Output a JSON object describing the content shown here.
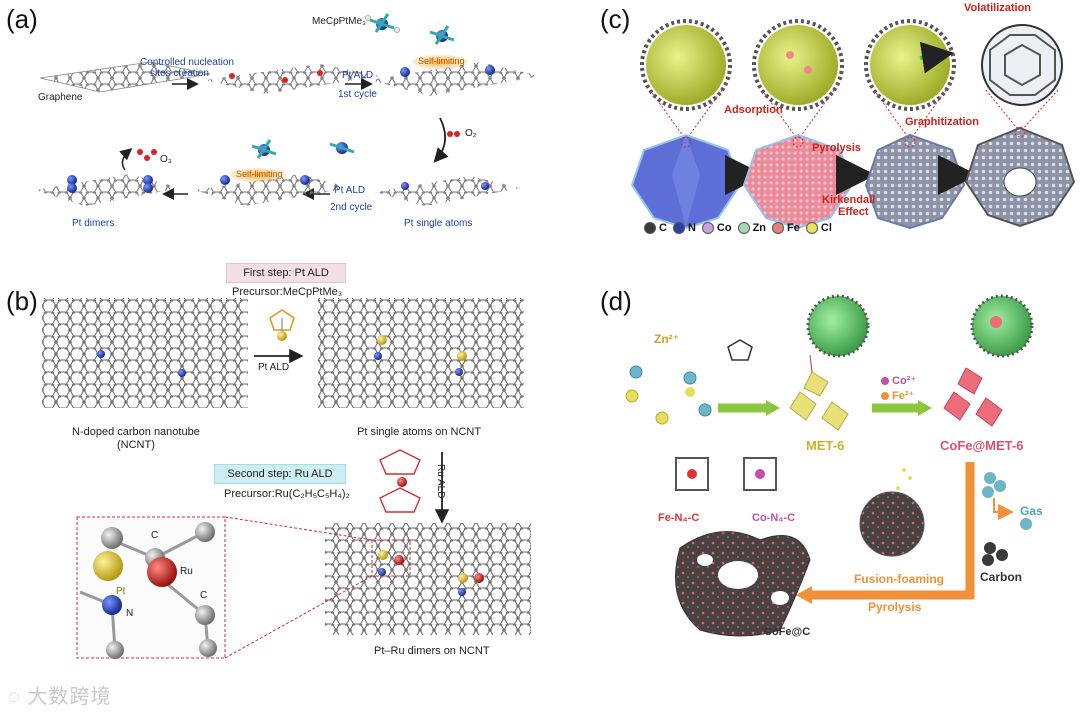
{
  "panels": {
    "a": {
      "label": "(a)",
      "texts": {
        "graphene": "Graphene",
        "nucleation": "Controlled nucleation",
        "sites": "sites creation",
        "precursor": "MeCpPtMe₃",
        "self_limiting_1": "Self-limiting",
        "pt_ald_1": "Pt ALD",
        "cycle_1": "1st cycle",
        "o2": "O₂",
        "o3": "O₃",
        "self_limiting_2": "Self-limiting",
        "pt_ald_2": "Pt ALD",
        "cycle_2": "2nd cycle",
        "pt_dimers": "Pt dimers",
        "pt_single": "Pt single atoms"
      }
    },
    "b": {
      "label": "(b)",
      "texts": {
        "first_step": "First step: Pt ALD",
        "precursor1": "Precursor:MeCpPtMe₃",
        "pt_ald": "Pt ALD",
        "ncnt_1": "N-doped carbon nanotube",
        "ncnt_2": "(NCNT)",
        "pt_single_ncnt": "Pt single atoms on NCNT",
        "second_step": "Second step: Ru ALD",
        "precursor2": "Precursor:Ru(C₂H₅C₅H₄)₂",
        "ru_ald": "Ru ALD",
        "atom_c1": "C",
        "atom_ru": "Ru",
        "atom_pt": "Pt",
        "atom_n": "N",
        "atom_c2": "C",
        "dimers_ncnt": "Pt–Ru dimers on NCNT"
      }
    },
    "c": {
      "label": "(c)",
      "texts": {
        "volatilization": "Volatilization",
        "adsorption": "Adsorption",
        "pyrolysis": "Pyrolysis",
        "graphitization": "Graphitization",
        "kirkendall_1": "Kirkendall",
        "kirkendall_2": "Effect"
      },
      "legend": [
        {
          "label": "C",
          "color": "#3a3a3a"
        },
        {
          "label": "N",
          "color": "#2a3f9e"
        },
        {
          "label": "Co",
          "color": "#c9a3e0"
        },
        {
          "label": "Zn",
          "color": "#a8d9b5"
        },
        {
          "label": "Fe",
          "color": "#e8807a"
        },
        {
          "label": "Cl",
          "color": "#e8e25a"
        }
      ]
    },
    "d": {
      "label": "(d)",
      "texts": {
        "zn": "Zn²⁺",
        "met6": "MET-6",
        "co": "Co²⁺",
        "fe": "Fe²⁺",
        "cofe_met6": "CoFe@MET-6",
        "fe_n4c": "Fe-N₄-C",
        "co_n4c": "Co-N₄-C",
        "gas": "Gas",
        "carbon": "Carbon",
        "fusion_foaming": "Fusion-foaming",
        "pyrolysis": "Pyrolysis",
        "cofe_c": "CoFe@C"
      }
    }
  },
  "watermark": "大数跨境",
  "colors": {
    "blue_text": "#1f3fa8",
    "red_text": "#d0211b",
    "orange": "#f0913a",
    "green_arrow": "#8cc63f"
  }
}
